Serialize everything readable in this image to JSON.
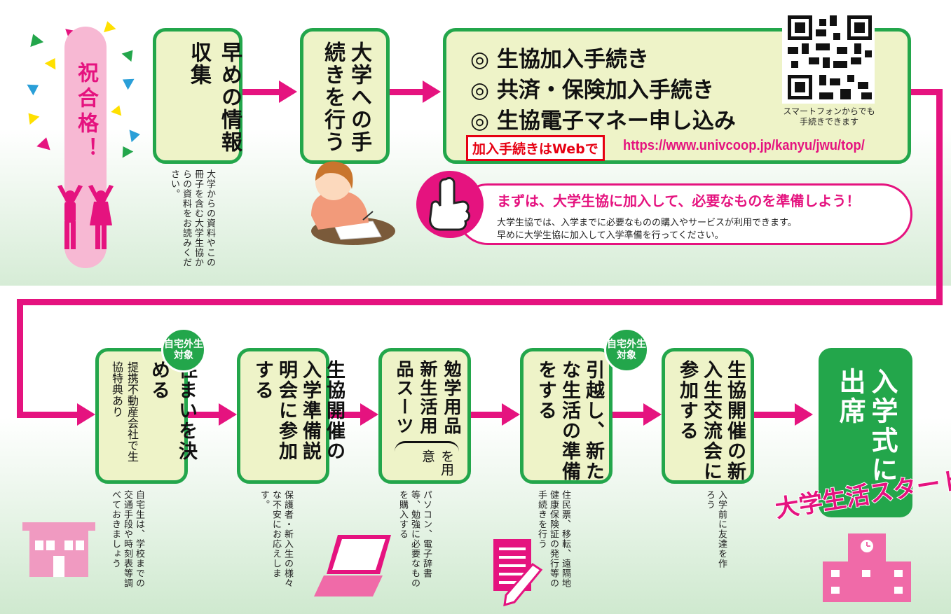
{
  "celebration": {
    "text": "祝合格！"
  },
  "top_steps": [
    {
      "title": "早めの情報収集",
      "caption": "大学からの資料やこの冊子を含む大学生協からの資料をお読みください。"
    },
    {
      "title": "大学への手続きを行う"
    }
  ],
  "coop": {
    "items": [
      "◎ 生協加入手続き",
      "◎ 共済・保険加入手続き",
      "◎ 生協電子マネー申し込み"
    ],
    "web_label": "加入手続きはWebで",
    "url": "https://www.univcoop.jp/kanyu/jwu/top/",
    "qr_caption_1": "スマートフォンからでも",
    "qr_caption_2": "手続きできます"
  },
  "notice": {
    "title": "まずは、大学生協に加入して、必要なものを準備しよう！",
    "line1": "大学生協では、入学までに必要なものの購入やサービスが利用できます。",
    "line2": "早めに大学生協に加入して入学準備を行ってください。"
  },
  "bottom_steps": [
    {
      "badge_l1": "自宅外生",
      "badge_l2": "対象",
      "title": "住まいを決める",
      "sub": "提携不動産会社で生協特典あり",
      "caption": "自宅生は、学校までの交通手段や時刻表等調べておきましょう"
    },
    {
      "title": "生協開催の入学準備説明会に参加する",
      "caption": "保護者・新入生の様々な不安にお応えします。"
    },
    {
      "title": "勉学用品新生活用品スーツ",
      "sub": "を用意",
      "caption": "パソコン、電子辞書等、勉強に必要なものを購入する"
    },
    {
      "badge_l1": "自宅外生",
      "badge_l2": "対象",
      "title": "引越し、新たな生活の準備をする",
      "caption": "住民票、移転、遠隔地健康保険証の発行等の手続きを行う"
    },
    {
      "title": "生協開催の新入生交流会に参加する",
      "caption": "入学前に友達を作ろう"
    }
  ],
  "final": {
    "title": "入学式に出席",
    "slogan": "大学生活スタート！"
  },
  "colors": {
    "green": "#23a64b",
    "pink": "#e5137f",
    "box_fill": "#eef3c8",
    "red": "#e60012"
  },
  "icons": [
    "person-cheering-icon",
    "student-writing-icon",
    "finger-pointing-icon",
    "house-icon",
    "laptop-icon",
    "document-pencil-icon",
    "school-building-icon",
    "qr-code"
  ]
}
